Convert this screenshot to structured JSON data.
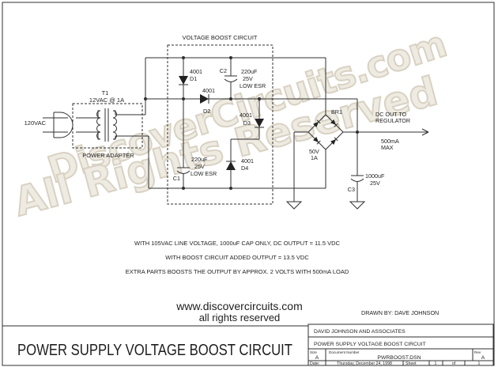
{
  "watermark": {
    "line1": "DiscoverCircuits.com",
    "line2": "All Rights Reserved",
    "color": "#d9d2c3"
  },
  "schematic": {
    "boost_box_label": "VOLTAGE BOOST CIRCUIT",
    "adapter_box_label": "POWER ADAPTER",
    "source_label": "120VAC",
    "transformer": {
      "ref": "T1",
      "rating": "12VAC @ 1A"
    },
    "d1": {
      "part": "4001",
      "ref": "D1"
    },
    "d2": {
      "part": "4001",
      "ref": "D2"
    },
    "d3": {
      "part": "4001",
      "ref": "D3"
    },
    "d4": {
      "part": "4001",
      "ref": "D4"
    },
    "c1": {
      "ref": "C1",
      "value": "220uF",
      "voltage": "25V",
      "note": "LOW ESR"
    },
    "c2": {
      "ref": "C2",
      "value": "220uF",
      "voltage": "25V",
      "note": "LOW ESR"
    },
    "c3": {
      "ref": "C3",
      "value": "1000uF",
      "voltage": "25V"
    },
    "bridge": {
      "ref": "BR1",
      "voltage": "50V",
      "current": "1A"
    },
    "output": {
      "line1": "DC OUT TO",
      "line2": "REGULATOR",
      "max1": "500mA",
      "max2": "MAX"
    }
  },
  "notes": [
    "WITH 105VAC LINE VOLTAGE, 1000uF CAP ONLY, DC OUTPUT  =  11.5 VDC",
    "WITH BOOST CIRCUIT ADDED OUTPUT  =  13.5 VDC",
    "EXTRA PARTS BOOSTS THE OUTPUT BY APPROX. 2 VOLTS WITH 500mA LOAD"
  ],
  "footer": {
    "website": "www.discovercircuits.com",
    "rights": "all rights reserved",
    "drawn_by": "DRAWN BY: DAVE JOHNSON"
  },
  "title_block": {
    "company": "DAVID JOHNSON AND ASSOCIATES",
    "title": "POWER SUPPLY VOLTAGE BOOST CIRCUIT",
    "size_label": "Size",
    "size": "A",
    "doc_label": "Document Number",
    "doc": "PWRBOOST.DSN",
    "rev_label": "Rev",
    "rev": "A",
    "date_label": "Date:",
    "date": "Thursday, December 24, 1998",
    "sheet_label": "Sheet",
    "sheet": "1",
    "of_label": "of",
    "of_value": "1"
  },
  "page_title": "POWER SUPPLY VOLTAGE BOOST CIRCUIT"
}
